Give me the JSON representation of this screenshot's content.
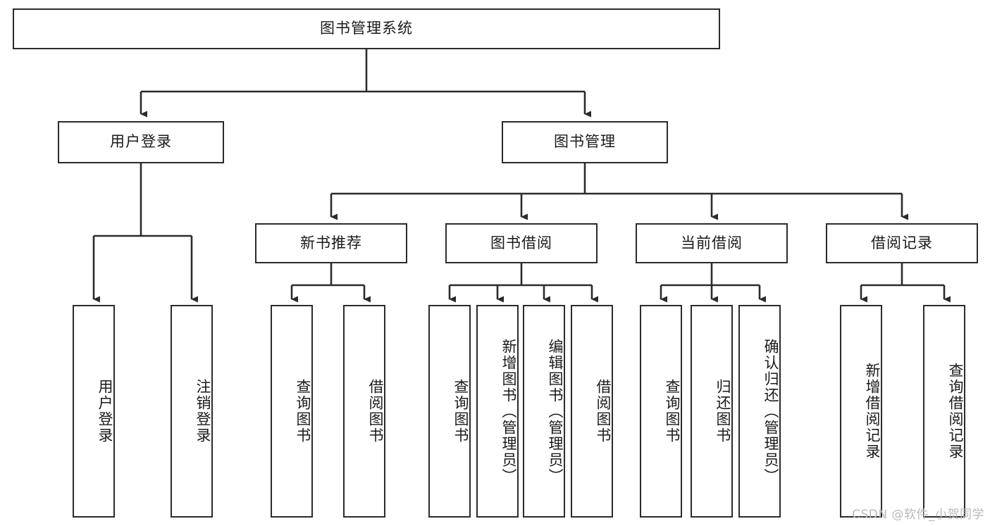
{
  "diagram": {
    "title": "图书管理系统",
    "type": "tree-hierarchy-diagram",
    "colors": {
      "border": "#2b2b2b",
      "background": "#ffffff",
      "text": "#1a1a1a",
      "watermark": "#b9b9b9"
    },
    "root": {
      "label": "图书管理系统"
    },
    "level2": [
      {
        "label": "用户登录"
      },
      {
        "label": "图书管理"
      }
    ],
    "level3": [
      {
        "label": "新书推荐"
      },
      {
        "label": "图书借阅"
      },
      {
        "label": "当前借阅"
      },
      {
        "label": "借阅记录"
      }
    ],
    "leaves": {
      "user_login": [
        {
          "label": "用户登录"
        },
        {
          "label": "注销登录"
        }
      ],
      "new_book_recommend": [
        {
          "label": "查询图书"
        },
        {
          "label": "借阅图书"
        }
      ],
      "book_borrow": [
        {
          "label": "查询图书"
        },
        {
          "label": "新增图书（管理员）"
        },
        {
          "label": "编辑图书（管理员）"
        },
        {
          "label": "借阅图书"
        }
      ],
      "current_borrow": [
        {
          "label": "查询图书"
        },
        {
          "label": "归还图书"
        },
        {
          "label": "确认归还（管理员）"
        }
      ],
      "borrow_record": [
        {
          "label": "新增借阅记录"
        },
        {
          "label": "查询借阅记录"
        }
      ]
    }
  },
  "watermark": {
    "text": "CSDN @软件_小贺同学"
  }
}
